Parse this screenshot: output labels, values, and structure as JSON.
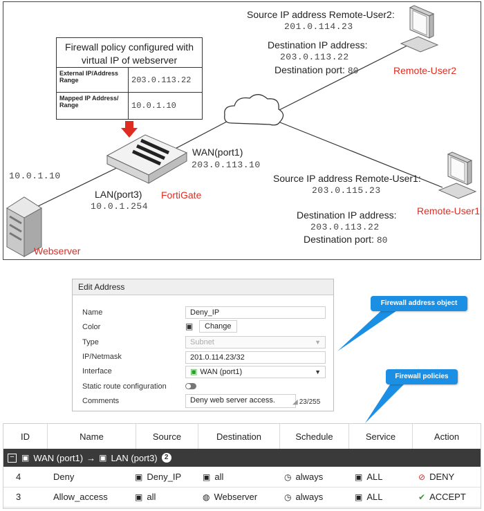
{
  "diagram": {
    "fw_box": {
      "title": "Firewall policy configured with virtual IP of webserver",
      "row1_label": "External IP/Address Range",
      "row1_value": "203.0.113.22",
      "row2_label": "Mapped IP Address/ Range",
      "row2_value": "10.0.1.10"
    },
    "remote_user2": {
      "src_label": "Source IP address Remote-User2:",
      "src_ip": "201.0.114.23",
      "dst_label": "Destination IP address:",
      "dst_ip": "203.0.113.22",
      "port_label": "Destination port:",
      "port": "80",
      "name": "Remote-User2"
    },
    "remote_user1": {
      "src_label": "Source IP address Remote-User1:",
      "src_ip": "203.0.115.23",
      "dst_label": "Destination IP address:",
      "dst_ip": "203.0.113.22",
      "port_label": "Destination port:",
      "port": "80",
      "name": "Remote-User1"
    },
    "wan_label": "WAN(port1)",
    "wan_ip": "203.0.113.10",
    "lan_label": "LAN(port3)",
    "lan_ip": "10.0.1.254",
    "fortigate": "FortiGate",
    "webserver_ip": "10.0.1.10",
    "webserver": "Webserver"
  },
  "edit_address": {
    "title": "Edit Address",
    "name_label": "Name",
    "name_value": "Deny_IP",
    "color_label": "Color",
    "color_button": "Change",
    "type_label": "Type",
    "type_value": "Subnet",
    "ip_label": "IP/Netmask",
    "ip_value": "201.0.114.23/32",
    "interface_label": "Interface",
    "interface_value": "WAN (port1)",
    "static_route_label": "Static route configuration",
    "comments_label": "Comments",
    "comments_value": "Deny web server access.",
    "comments_count": "23/255"
  },
  "callouts": {
    "address_object": "Firewall address object",
    "policies": "Firewall policies"
  },
  "policies": {
    "headers": [
      "ID",
      "Name",
      "Source",
      "Destination",
      "Schedule",
      "Service",
      "Action"
    ],
    "group": {
      "from": "WAN (port1)",
      "to": "LAN (port3)",
      "count": "2"
    },
    "rows": [
      {
        "id": "4",
        "name": "Deny",
        "source": "Deny_IP",
        "destination": "all",
        "schedule": "always",
        "service": "ALL",
        "action": "DENY"
      },
      {
        "id": "3",
        "name": "Allow_access",
        "source": "all",
        "destination": "Webserver",
        "schedule": "always",
        "service": "ALL",
        "action": "ACCEPT"
      }
    ]
  },
  "colors": {
    "red": "#e02b20",
    "callout": "#1a8fe3",
    "accept": "#2a9d2a"
  }
}
